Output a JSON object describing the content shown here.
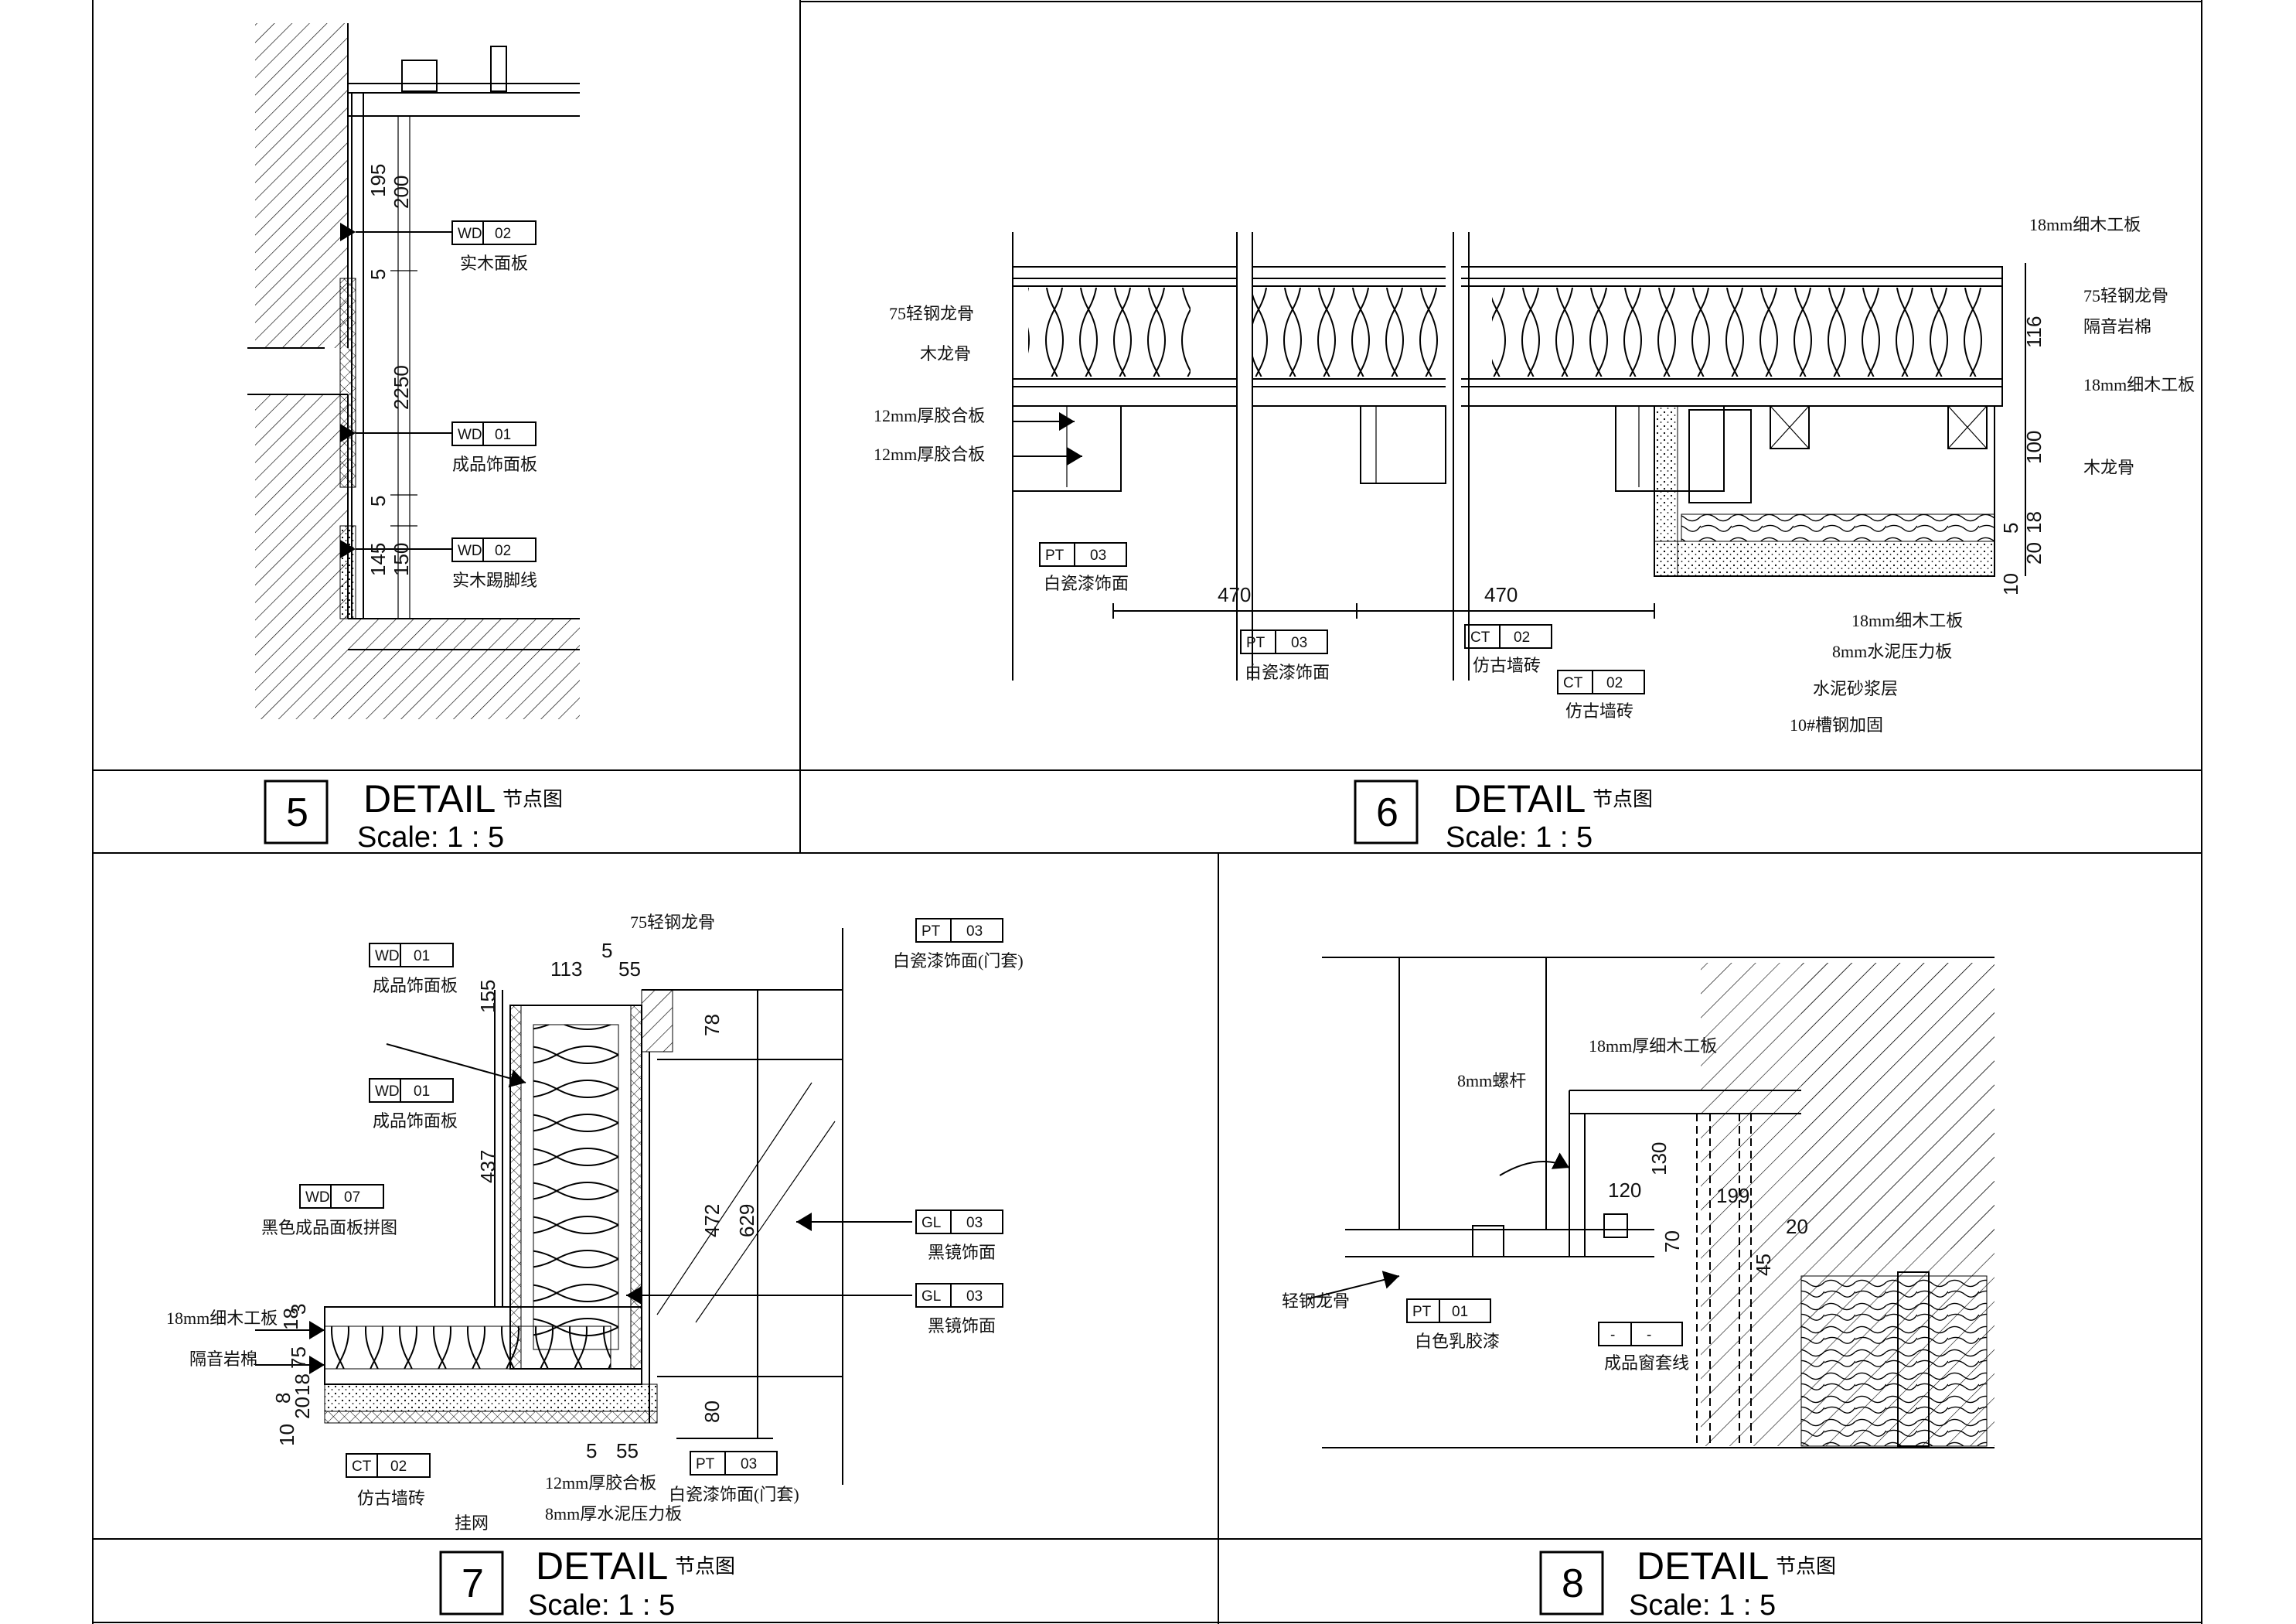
{
  "details": [
    {
      "number": "5",
      "title": "DETAIL",
      "title_cn": "节点图",
      "scale": "Scale: 1 : 5",
      "dims": [
        "195",
        "200",
        "5",
        "2250",
        "5",
        "145",
        "150"
      ],
      "tags": [
        {
          "code": "WD",
          "num": "02",
          "label": "实木面板"
        },
        {
          "code": "WD",
          "num": "01",
          "label": "成品饰面板"
        },
        {
          "code": "WD",
          "num": "02",
          "label": "实木踢脚线"
        }
      ]
    },
    {
      "number": "6",
      "title": "DETAIL",
      "title_cn": "节点图",
      "scale": "Scale: 1 : 5",
      "dims": [
        "470",
        "470",
        "116",
        "100",
        "5",
        "18",
        "20",
        "10"
      ],
      "labels": [
        "75轻钢龙骨",
        "木龙骨",
        "12mm厚胶合板",
        "12mm厚胶合板",
        "18mm细木工板",
        "75轻钢龙骨",
        "隔音岩棉",
        "18mm细木工板",
        "木龙骨",
        "18mm细木工板",
        "8mm水泥压力板",
        "水泥砂浆层",
        "10#槽钢加固"
      ],
      "tags": [
        {
          "code": "PT",
          "num": "03",
          "label": "白瓷漆饰面"
        },
        {
          "code": "PT",
          "num": "03",
          "label": "白瓷漆饰面"
        },
        {
          "code": "CT",
          "num": "02",
          "label": "仿古墙砖"
        },
        {
          "code": "CT",
          "num": "02",
          "label": "仿古墙砖"
        }
      ]
    },
    {
      "number": "7",
      "title": "DETAIL",
      "title_cn": "节点图",
      "scale": "Scale: 1 : 5",
      "dims": [
        "113",
        "5",
        "55",
        "155",
        "437",
        "78",
        "472",
        "629",
        "80",
        "18",
        "3",
        "75",
        "8",
        "20",
        "18",
        "10",
        "5",
        "55"
      ],
      "labels": [
        "75轻钢龙骨",
        "18mm细木工板",
        "隔音岩棉",
        "挂网",
        "12mm厚胶合板",
        "8mm厚水泥压力板"
      ],
      "tags": [
        {
          "code": "WD",
          "num": "01",
          "label": "成品饰面板"
        },
        {
          "code": "WD",
          "num": "01",
          "label": "成品饰面板"
        },
        {
          "code": "WD",
          "num": "07",
          "label": "黑色成品面板拼图"
        },
        {
          "code": "PT",
          "num": "03",
          "label": "白瓷漆饰面(门套)"
        },
        {
          "code": "GL",
          "num": "03",
          "label": "黑镜饰面"
        },
        {
          "code": "GL",
          "num": "03",
          "label": "黑镜饰面"
        },
        {
          "code": "CT",
          "num": "02",
          "label": "仿古墙砖"
        },
        {
          "code": "PT",
          "num": "03",
          "label": "白瓷漆饰面(门套)"
        }
      ]
    },
    {
      "number": "8",
      "title": "DETAIL",
      "title_cn": "节点图",
      "scale": "Scale: 1 : 5",
      "dims": [
        "120",
        "130",
        "199",
        "70",
        "20",
        "45"
      ],
      "labels": [
        "18mm厚细木工板",
        "8mm螺杆",
        "轻钢龙骨"
      ],
      "tags": [
        {
          "code": "PT",
          "num": "01",
          "label": "白色乳胶漆"
        },
        {
          "code": "-",
          "num": "-",
          "label": "成品窗套线"
        }
      ]
    }
  ]
}
